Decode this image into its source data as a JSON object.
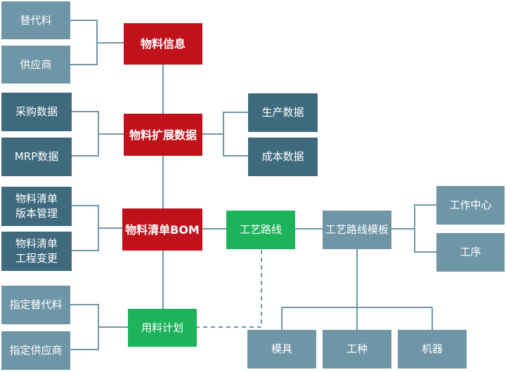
{
  "nodes": {
    "wuliao_xinxi": "物料信息",
    "tidai_liao": "替代料",
    "gongying_shang": "供应商",
    "wuliao_kuozhan": "物料扩展数据",
    "caigou_shuju": "采购数据",
    "mrp_shuju": "MRP数据",
    "shengchan_shuju": "生产数据",
    "chengben_shuju": "成本数据",
    "wuliao_qingdan_bom": "物料清单BOM",
    "banben_guanli": "物料清单\n版本管理",
    "gongcheng_biangeng": "物料清单\n工程变更",
    "gongyi_luxian": "工艺路线",
    "gongyi_luxian_muban": "工艺路线模板",
    "gongzuo_zhongxin": "工作中心",
    "gongxu": "工序",
    "zhiding_tidai": "指定替代料",
    "zhiding_gongying": "指定供应商",
    "yongliao_jihua": "用料计划",
    "muju": "模具",
    "gongzhong": "工种",
    "jiqi": "机器"
  },
  "colors": {
    "core": "#c0121a",
    "process": "#1cb35a",
    "light_node": "#6e96a6",
    "dark_node": "#3f6a7d",
    "connector": "#6e96a6"
  }
}
